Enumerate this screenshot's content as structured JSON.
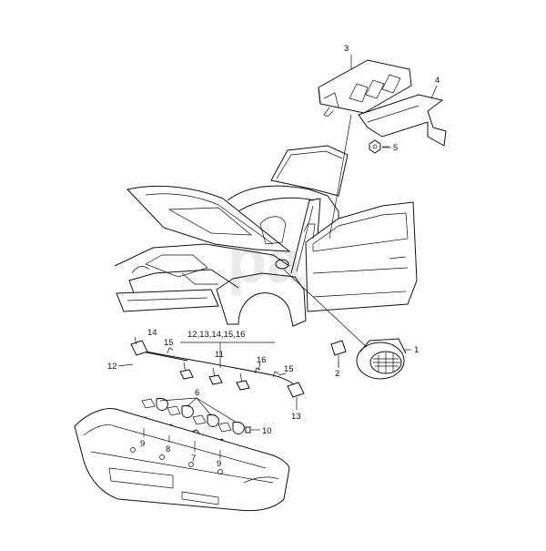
{
  "watermark": "parts",
  "callouts": {
    "c1": "1",
    "c2": "2",
    "c3": "3",
    "c4": "4",
    "c5": "5",
    "c6": "6",
    "c7": "7",
    "c8": "8",
    "c9a": "9",
    "c9b": "9",
    "c10": "10",
    "c11": "11",
    "c11_group": "12,13,14,15,16",
    "c12": "12",
    "c13": "13",
    "c14": "14",
    "c15a": "15",
    "c15b": "15",
    "c16": "16"
  }
}
